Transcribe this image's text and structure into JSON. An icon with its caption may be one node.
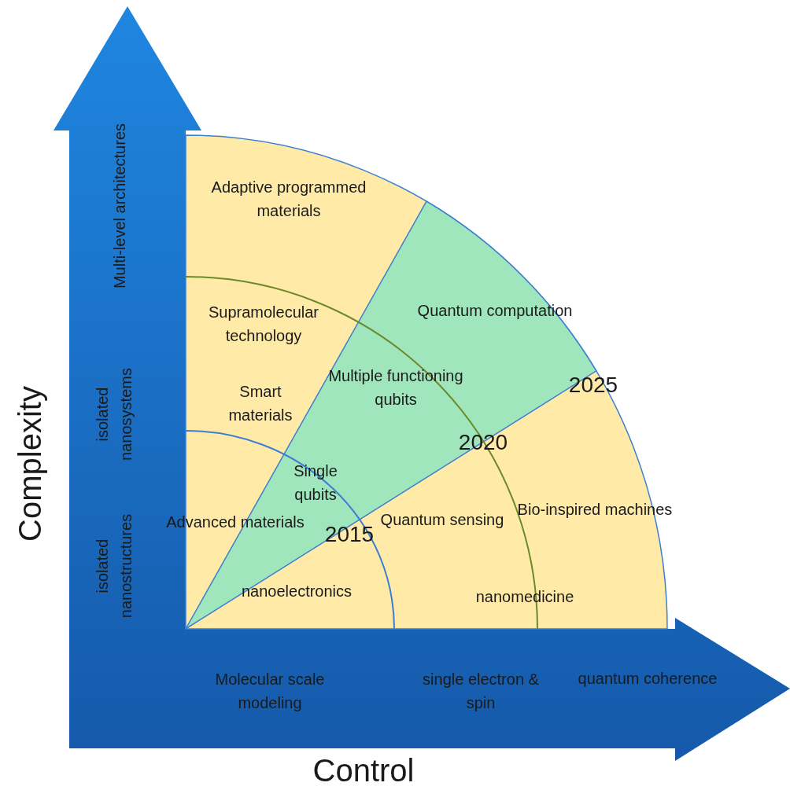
{
  "diagram": {
    "labels": [
      "Multi-level architectures",
      "Adaptive programmed materials",
      "Quantum computation",
      "Supramolecular technology",
      "Complexity",
      "isolated nanosystems",
      "Multiple functioning qubits",
      "Smart materials",
      "2025",
      "2020",
      "Single qubits",
      "Bio-inspired machines",
      "Advanced materials",
      "Quantum sensing",
      "2015",
      "isolated nanostructures",
      "nanoelectronics",
      "nanomedicine",
      "Molecular scale modeling",
      "single electron & spin",
      "quantum coherence",
      "Control"
    ]
  }
}
